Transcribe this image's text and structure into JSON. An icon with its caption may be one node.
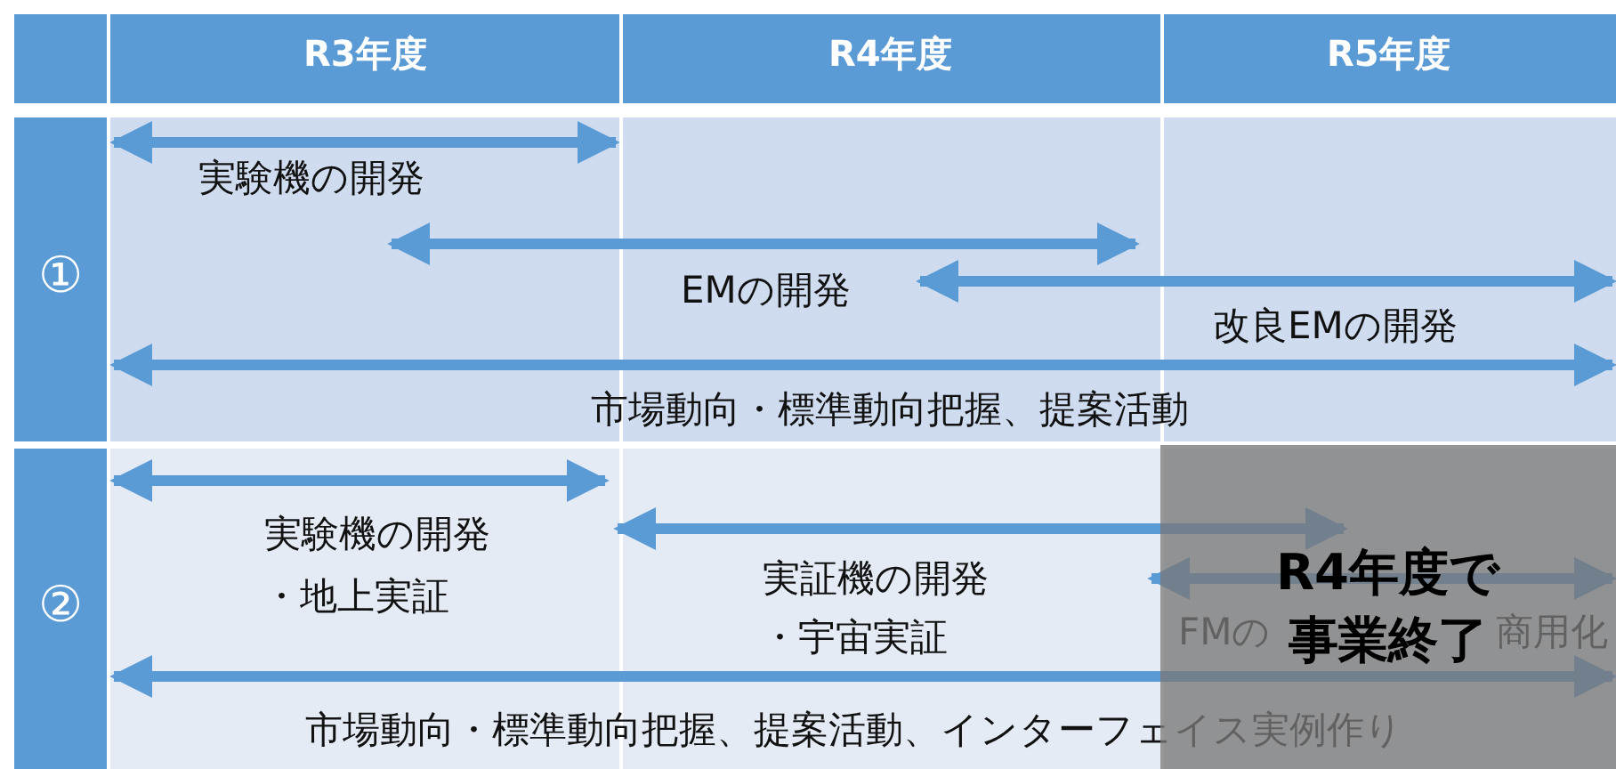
{
  "diagram": {
    "nodes": [
      {
        "text": [
          "R4年度で",
          "事業終了"
        ]
      }
    ],
    "labels": [
      "R3年度",
      "R4年度",
      "R5年度",
      "①",
      "実験機の開発",
      "EMの開発",
      "改良EMの開発",
      "市場動向・標準動向把握、提案活動",
      "②",
      "実験機の開発",
      "・地上実証",
      "実証機の開発",
      "・宇宙実証",
      "FMの",
      "商用化",
      "市場動向・標準動向把握、提案活動、インターフェイス実例作り"
    ]
  }
}
